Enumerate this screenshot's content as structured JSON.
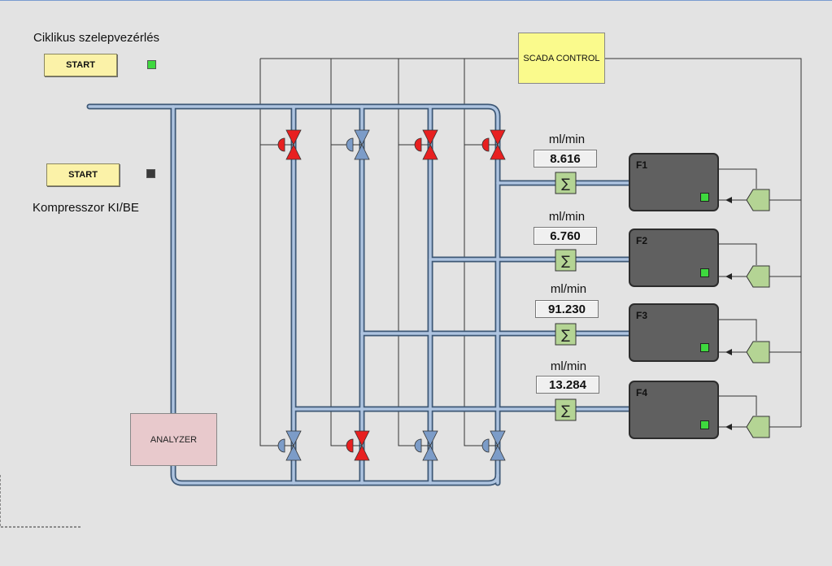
{
  "cycle": {
    "title": "Ciklikus szelepvezérlés",
    "button": "START",
    "status_color": "#3fd83f"
  },
  "compressor": {
    "title": "Kompresszor KI/BE",
    "button": "START",
    "status_color": "#3a3a3a"
  },
  "scada": {
    "label": "SCADA CONTROL"
  },
  "analyzer": {
    "label": "ANALYZER"
  },
  "flow_lines": [
    {
      "id": "F1",
      "unit": "ml/min",
      "value": "8.616"
    },
    {
      "id": "F2",
      "unit": "ml/min",
      "value": "6.760"
    },
    {
      "id": "F3",
      "unit": "ml/min",
      "value": "91.230"
    },
    {
      "id": "F4",
      "unit": "ml/min",
      "value": "13.284"
    }
  ],
  "valves": {
    "top_row_states": [
      "open",
      "closed",
      "open",
      "open"
    ],
    "bottom_row_states": [
      "closed",
      "open",
      "closed",
      "closed"
    ],
    "colors": {
      "open": "#e82020",
      "closed": "#7c9cc8"
    }
  },
  "sigma_symbol": "∑",
  "colors": {
    "pipe_outer": "#3e5876",
    "pipe_inner": "#aec4e0",
    "flow_indicator": "#b4d494",
    "led_green": "#3ed83e"
  }
}
